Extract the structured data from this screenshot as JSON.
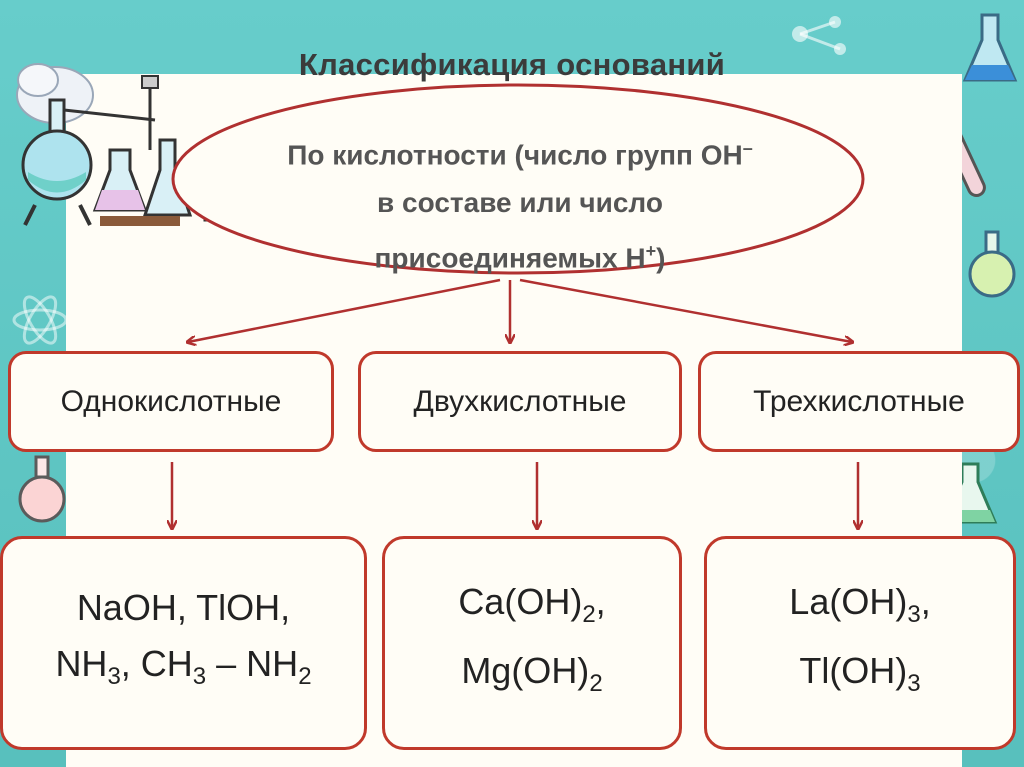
{
  "title": "Классификация  оснований",
  "criterion": {
    "line1": "По кислотности (число групп OH",
    "line1_sup": "–",
    "line2": "в составе или число",
    "line3": "присоединяемых H",
    "line3_sup": "+",
    "line3_end": ")"
  },
  "categories": [
    {
      "label": "Однокислотные"
    },
    {
      "label": "Двухкислотные"
    },
    {
      "label": "Трехкислотные"
    }
  ],
  "examples": [
    {
      "l1": "NaOH, TlOH,",
      "l2a": "NH",
      "l2a_sub": "3",
      "l2b": ", CH",
      "l2b_sub": "3",
      "l2c": " – NH",
      "l2c_sub": "2"
    },
    {
      "l1a": "Ca(OH)",
      "l1a_sub": "2",
      "l1b": ",",
      "l2a": "Mg(OH)",
      "l2a_sub": "2"
    },
    {
      "l1a": "La(OH)",
      "l1a_sub": "3",
      "l1b": ",",
      "l2a": "Tl(OH)",
      "l2a_sub": "3"
    }
  ],
  "colors": {
    "border": "#c0392b",
    "background": "#5fc7c4",
    "panel": "#fffdf6"
  }
}
